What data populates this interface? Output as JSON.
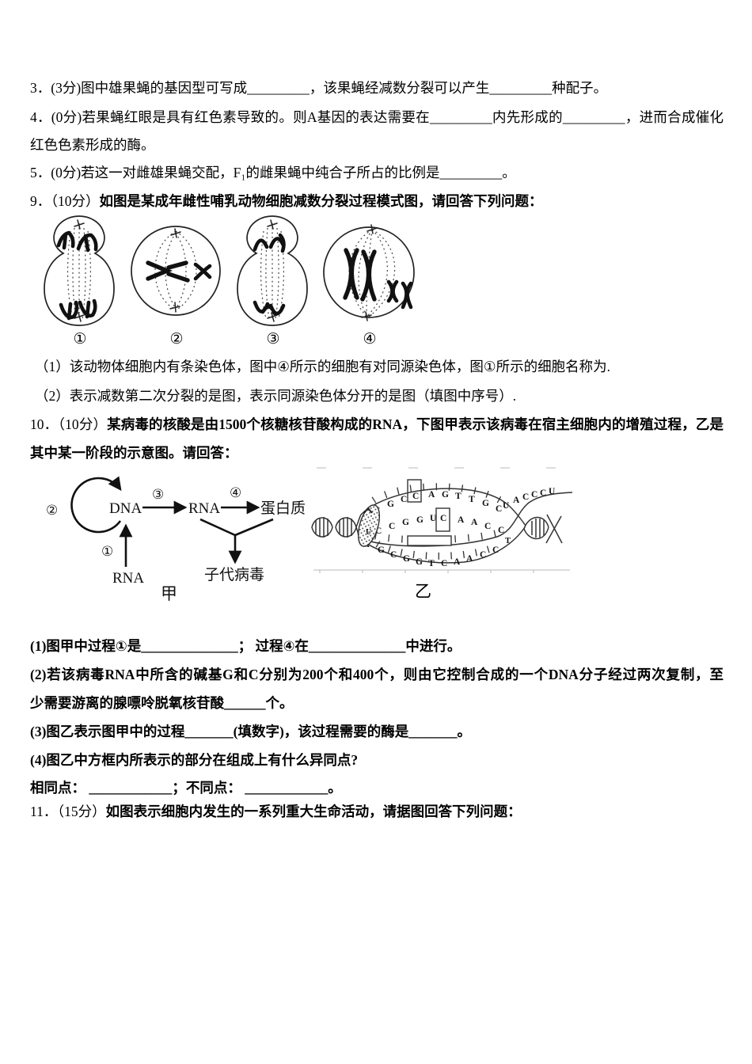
{
  "q3": {
    "text": "3．(3分)图中雄果蝇的基因型可写成_________，该果蝇经减数分裂可以产生_________种配子。"
  },
  "q4": {
    "line1": "4．(0分)若果蝇红眼是具有红色素导致的。则A基因的表达需要在_________内先形成的_________，进而合成催化",
    "line2": "红色色素形成的酶。"
  },
  "q5": {
    "text": "5．(0分)若这一对雌雄果蝇交配，F₁的雌果蝇中纯合子所占的比例是_________。"
  },
  "q9": {
    "prefix": "9．（10分）",
    "stem": "如图是某成年雌性哺乳动物细胞减数分裂过程模式图，请回答下列问题：",
    "cell_labels": [
      "①",
      "②",
      "③",
      "④"
    ],
    "sub1": "（1）该动物体细胞内有条染色体，图中④所示的细胞有对同源染色体，图①所示的细胞名称为.",
    "sub2": "（2）表示减数第二次分裂的是图，表示同源染色体分开的是图（填图中序号）."
  },
  "q10": {
    "prefix": "10．（10分）",
    "stem1": "某病毒的核酸是由1500个核糖核苷酸构成的RNA，下图甲表示该病毒在宿主细胞内的增殖过程，乙是",
    "stem2": "其中某一阶段的示意图。请回答：",
    "sub1": "(1)图甲中过程①是______________； 过程④在______________中进行。",
    "sub2a": "(2)若该病毒RNA中所含的碱基G和C分别为200个和400个，则由它控制合成的一个DNA分子经过两次复制，至",
    "sub2b": "少需要游离的腺嘌呤脱氧核苷酸______个。",
    "sub3": "(3)图乙表示图甲中的过程_______(填数字)，该过程需要的酶是_______。",
    "sub4": "(4)图乙中方框内所表示的部分在组成上有什么异同点?",
    "sub4b": "相同点： ____________；不同点： ____________。"
  },
  "q11": {
    "prefix": "11．（15分）",
    "stem": "如图表示细胞内发生的一系列重大生命活动，请据图回答下列问题："
  },
  "jia": {
    "label": "甲",
    "dna": "DNA",
    "rna": "RNA",
    "rna_bottom": "RNA",
    "protein": "蛋白质",
    "offspring": "子代病毒",
    "step1": "①",
    "step2": "②",
    "step3": "③",
    "step4": "④"
  },
  "yi": {
    "label": "乙",
    "top_strand": "CGCCAGTTGC",
    "rna_strand": "CCGGUCAACC",
    "rna_exit": "UACCCU",
    "bottom_strand": "GCGGTCAACC",
    "enzyme_letter": "U",
    "stray_left": "T",
    "stray_right": "T"
  }
}
